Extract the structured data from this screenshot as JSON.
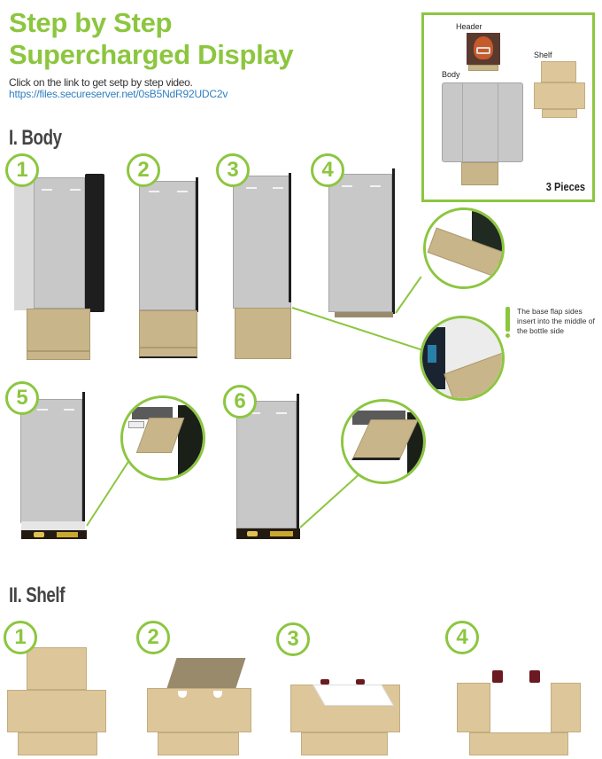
{
  "header": {
    "title_line1": "Step by Step",
    "title_line2": "Supercharged Display",
    "instruction": "Click on the link to get setp by step video.",
    "video_link": "https://files.secureserver.net/0sB5NdR92UDC2v"
  },
  "overview": {
    "labels": {
      "header": "Header",
      "body": "Body",
      "shelf": "Shelf"
    },
    "pieces_count": "3 Pieces"
  },
  "sections": {
    "body": {
      "title": "I. Body",
      "steps": [
        "1",
        "2",
        "3",
        "4",
        "5",
        "6"
      ],
      "note": "The base flap sides insert into the middle of the bottle side",
      "note_marker": "!"
    },
    "shelf": {
      "title": "II. Shelf",
      "steps": [
        "1",
        "2",
        "3",
        "4"
      ]
    }
  },
  "colors": {
    "accent_green": "#8cc63f",
    "link_blue": "#2f7fc1",
    "panel_gray": "#c8c8c8",
    "kraft": "#c9b58a",
    "heading_gray": "#444444"
  }
}
